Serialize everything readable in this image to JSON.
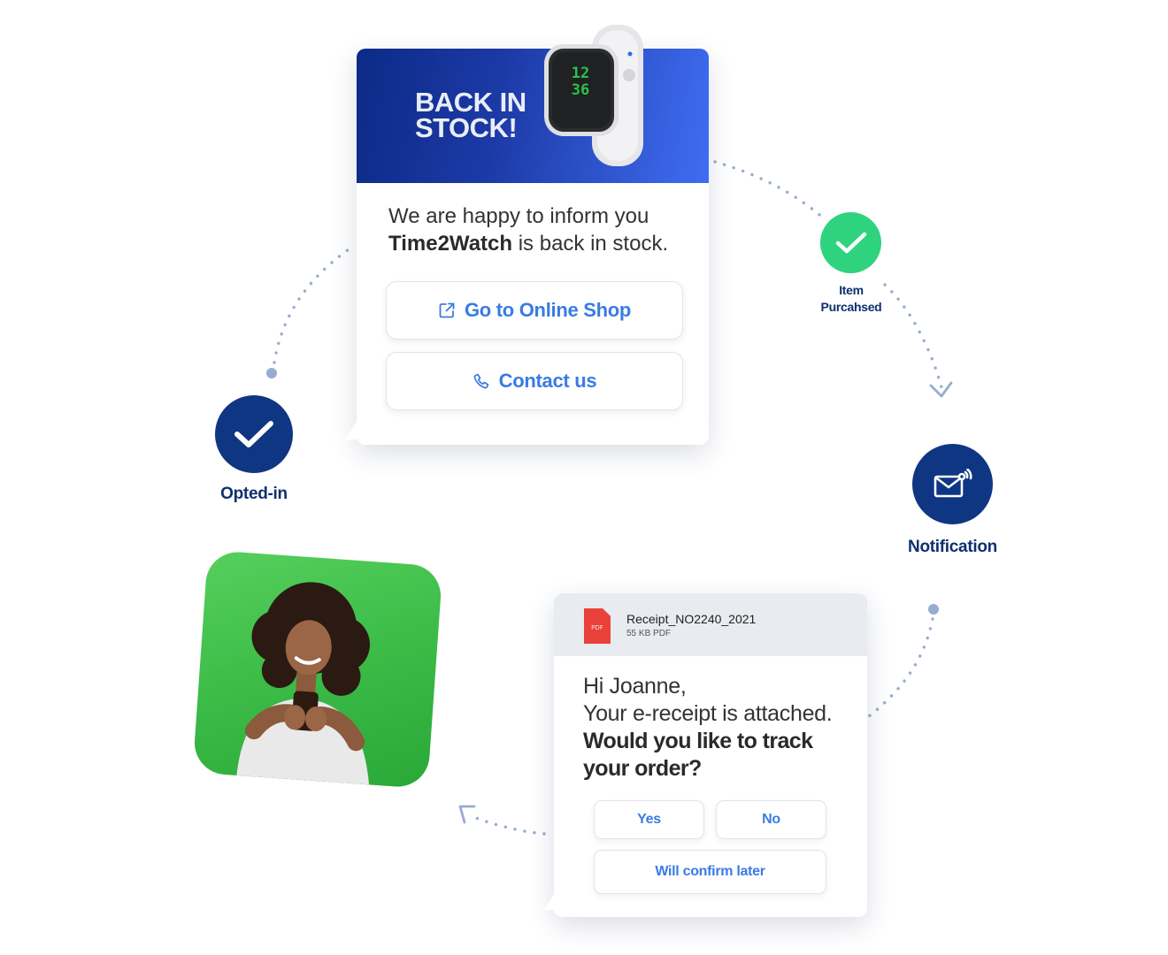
{
  "stock_card": {
    "banner_title": "BACK IN STOCK!",
    "watch_time": "12 36",
    "message_line1": "We are happy to inform you",
    "product_name": "Time2Watch",
    "message_rest": " is back in stock.",
    "shop_button_label": "Go to Online Shop",
    "contact_button_label": "Contact us"
  },
  "steps": {
    "opted_in": "Opted-in",
    "item_purchased": "Item Purcahsed",
    "notification": "Notification"
  },
  "receipt_card": {
    "file_name": "Receipt_NO2240_2021",
    "file_meta": "55 KB PDF",
    "file_type_badge": "PDF",
    "greeting": "Hi Joanne,",
    "line2": "Your e-receipt is attached.",
    "question": "Would you like to track your order?",
    "yes_label": "Yes",
    "no_label": "No",
    "later_label": "Will confirm later"
  },
  "colors": {
    "navy": "#0f3683",
    "green_check": "#2fd37f",
    "link_blue": "#3a7be3",
    "dot_blue": "#8fa8cf"
  },
  "icons": {
    "opted_in": "check-icon",
    "purchased": "check-icon",
    "notification": "envelope-signal-icon",
    "shop": "external-link-icon",
    "contact": "phone-icon",
    "file": "pdf-file-icon"
  }
}
